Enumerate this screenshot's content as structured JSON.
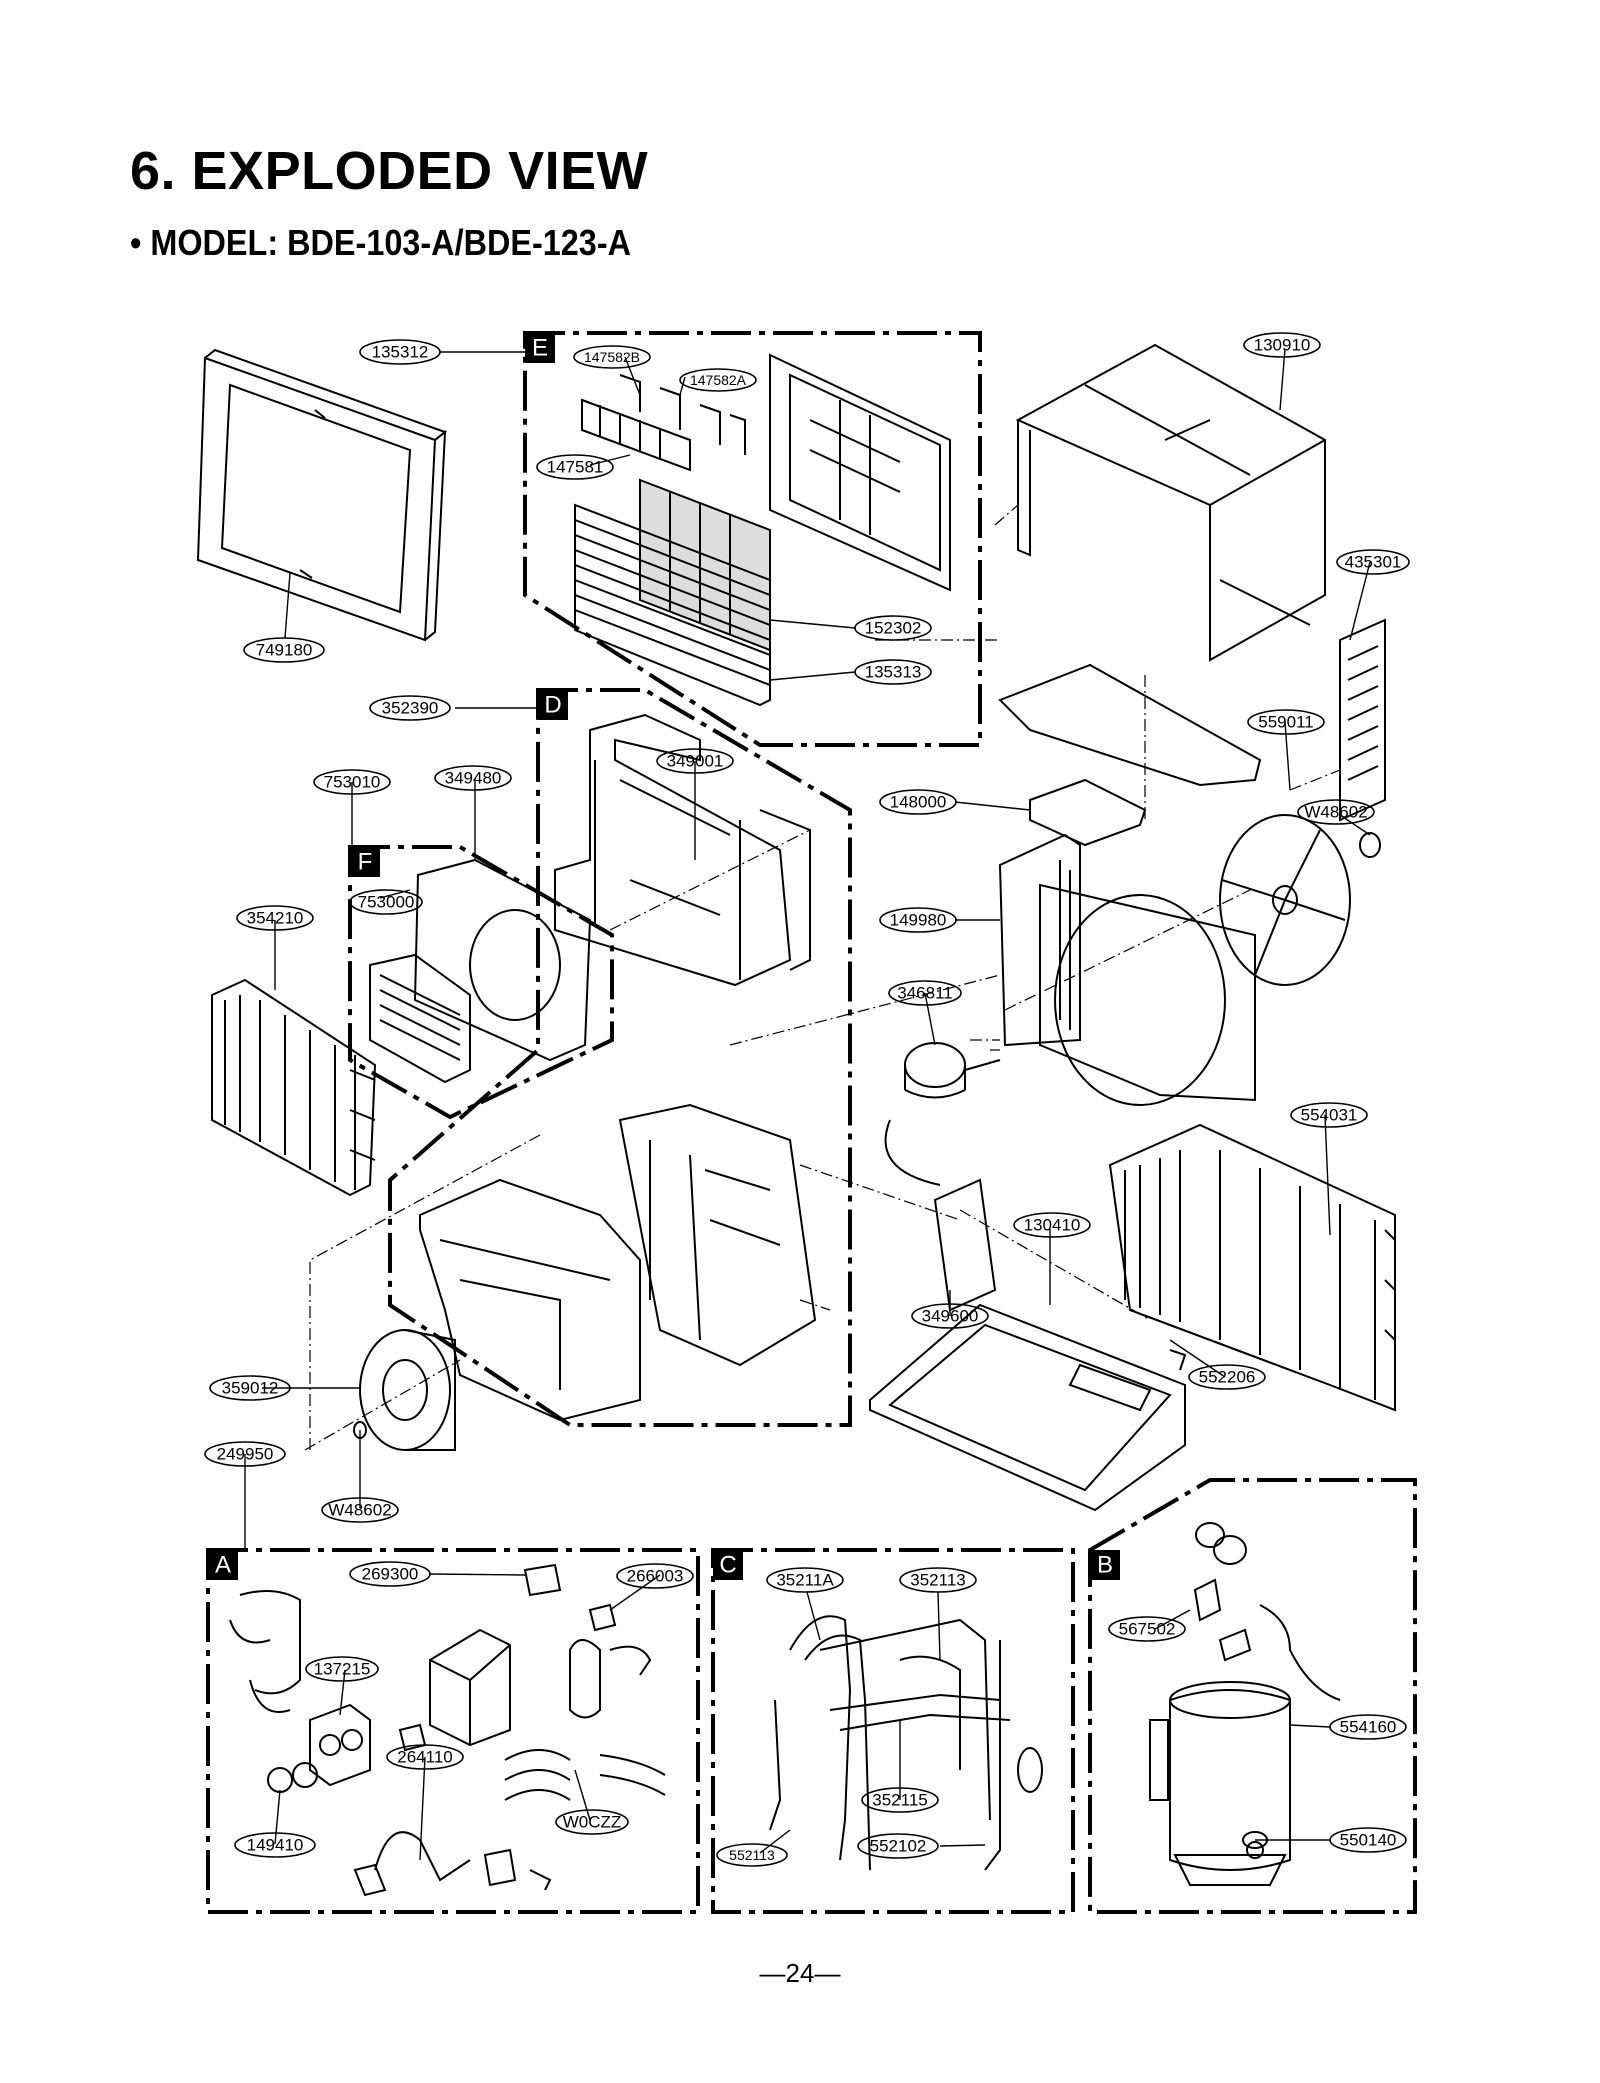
{
  "page": {
    "title": "6. EXPLODED VIEW",
    "subtitle": "• MODEL: BDE-103-A/BDE-123-A",
    "page_number": "—24—"
  },
  "sections": [
    "E",
    "D",
    "F",
    "A",
    "C",
    "B"
  ],
  "parts": [
    "135312",
    "147582B",
    "147582A",
    "147581",
    "152302",
    "135313",
    "749180",
    "130910",
    "435301",
    "559011",
    "W48602",
    "148000",
    "149980",
    "346811",
    "554031",
    "130410",
    "349600",
    "552206",
    "352390",
    "349001",
    "753010",
    "349480",
    "753000",
    "354210",
    "359012",
    "249950",
    "W48602",
    "269300",
    "266003",
    "137215",
    "264110",
    "W0CZZ",
    "149410",
    "35211A",
    "352113",
    "352115",
    "552113",
    "552102",
    "567502",
    "554160",
    "550140"
  ]
}
